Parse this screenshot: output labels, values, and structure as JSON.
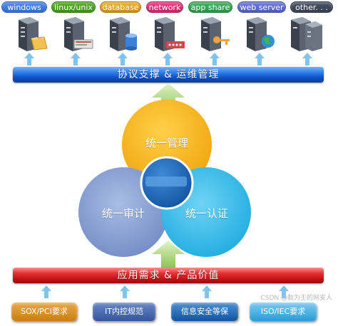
{
  "top_tags": [
    {
      "label": "windows",
      "color": "#3f7fe8"
    },
    {
      "label": "linux/unix",
      "color": "#4aa61c"
    },
    {
      "label": "database",
      "color": "#e8a52b"
    },
    {
      "label": "network",
      "color": "#e23277"
    },
    {
      "label": "app share",
      "color": "#35a854"
    },
    {
      "label": "web server",
      "color": "#5f6ed4"
    },
    {
      "label": "other. . .",
      "color": "#414b5e"
    }
  ],
  "servers": [
    {
      "icon": "server-folder-icon"
    },
    {
      "icon": "server-terminal-icon"
    },
    {
      "icon": "server-database-icon"
    },
    {
      "icon": "server-network-icon"
    },
    {
      "icon": "server-share-icon"
    },
    {
      "icon": "server-globe-icon"
    },
    {
      "icon": "server-stack-icon"
    }
  ],
  "top_bar": {
    "label": "协议支撑 & 运维管理"
  },
  "circles": {
    "top": {
      "label": "统一管理",
      "color": "#f6b316"
    },
    "left": {
      "label": "统一审计",
      "color": "#7b97cd"
    },
    "right": {
      "label": "统一认证",
      "color": "#31b9e6"
    },
    "center": {
      "color": "#1e63b0"
    }
  },
  "bottom_bar": {
    "label": "应用需求 & 产品价值"
  },
  "requirements": [
    {
      "label": "SOX/PCI要求",
      "color": "#d48b1a"
    },
    {
      "label": "IT内控规范",
      "color": "#3e5fa8"
    },
    {
      "label": "信息安全等保",
      "color": "#1d62b5"
    },
    {
      "label": "ISO/IEC要求",
      "color": "#36a8dc"
    }
  ],
  "watermark": "CSDN @数为王的网安人"
}
